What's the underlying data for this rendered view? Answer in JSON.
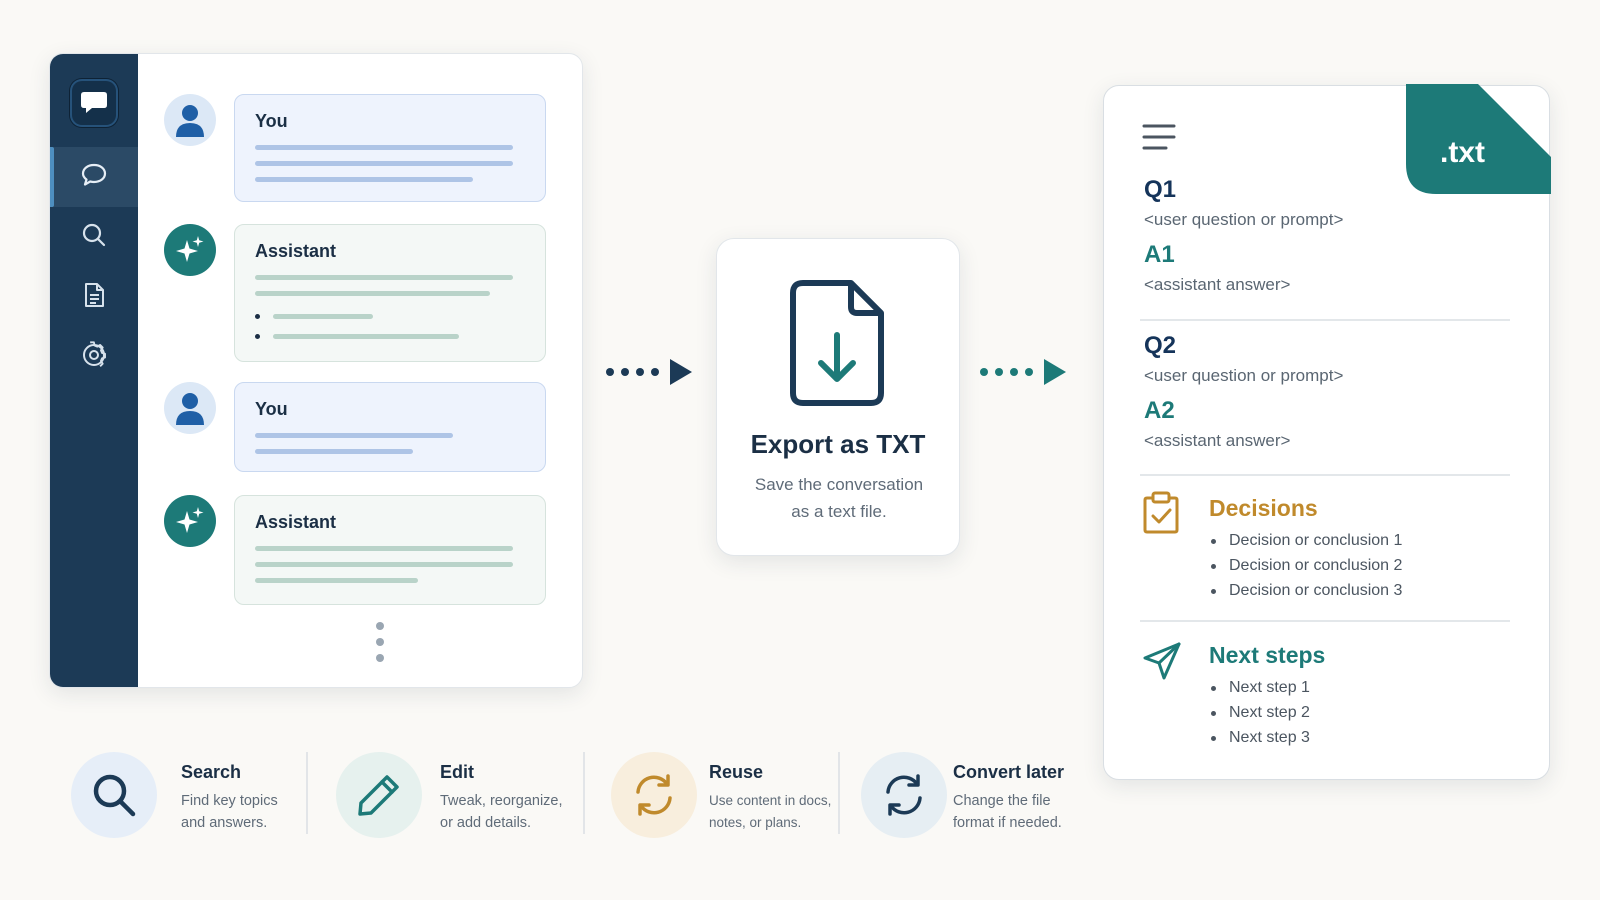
{
  "chat": {
    "sidebar_icons": [
      "chat-logo-icon",
      "chat-icon",
      "search-icon",
      "document-icon",
      "gear-icon"
    ],
    "messages": [
      {
        "role": "user",
        "label": "You"
      },
      {
        "role": "assistant",
        "label": "Assistant"
      },
      {
        "role": "user",
        "label": "You"
      },
      {
        "role": "assistant",
        "label": "Assistant"
      }
    ]
  },
  "export": {
    "title": "Export as TXT",
    "subtitle": "Save the conversation as a text file."
  },
  "document": {
    "tab_label": ".txt",
    "q1": "Q1",
    "q1_text": "<user question or prompt>",
    "a1": "A1",
    "a1_text": "<assistant answer>",
    "q2": "Q2",
    "q2_text": "<user question or prompt>",
    "a2": "A2",
    "a2_text": "<assistant answer>",
    "decisions": {
      "title": "Decisions",
      "items": [
        "Decision or conclusion 1",
        "Decision or conclusion 2",
        "Decision or conclusion 3"
      ]
    },
    "next_steps": {
      "title": "Next steps",
      "items": [
        "Next step 1",
        "Next step 2",
        "Next step 3"
      ]
    }
  },
  "benefits": [
    {
      "title": "Search",
      "line1": "Find key topics",
      "line2": "and answers.",
      "icon": "search-icon"
    },
    {
      "title": "Edit",
      "line1": "Tweak, reorganize,",
      "line2": "or add details.",
      "icon": "pencil-icon"
    },
    {
      "title": "Reuse",
      "line1": "Use content in docs,",
      "line2": "notes, or plans.",
      "icon": "recycle-icon"
    },
    {
      "title": "Convert later",
      "line1": "Change the file",
      "line2": "format if needed.",
      "icon": "sync-icon"
    }
  ],
  "colors": {
    "navy": "#1c3a56",
    "teal": "#1d7a78",
    "gold": "#c08a2c",
    "background": "#faf9f6"
  }
}
